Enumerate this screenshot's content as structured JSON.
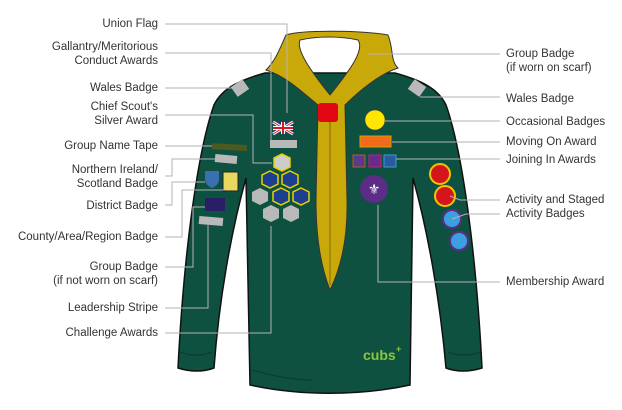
{
  "left_labels": [
    {
      "id": "union-flag",
      "text": "Union Flag"
    },
    {
      "id": "gallantry",
      "text": "Gallantry/Meritorious\nConduct Awards"
    },
    {
      "id": "wales-left",
      "text": "Wales Badge"
    },
    {
      "id": "chief-scout",
      "text": "Chief Scout's\nSilver Award"
    },
    {
      "id": "group-name-tape",
      "text": "Group Name Tape"
    },
    {
      "id": "ni-scotland",
      "text": "Northern Ireland/\nScotland Badge"
    },
    {
      "id": "district",
      "text": "District Badge"
    },
    {
      "id": "county",
      "text": "County/Area/Region Badge"
    },
    {
      "id": "group-badge-left",
      "text": "Group Badge\n(if not worn on scarf)"
    },
    {
      "id": "leadership",
      "text": "Leadership Stripe"
    },
    {
      "id": "challenge",
      "text": "Challenge Awards"
    }
  ],
  "right_labels": [
    {
      "id": "group-badge-right",
      "text": "Group Badge\n(if worn on scarf)"
    },
    {
      "id": "wales-right",
      "text": "Wales Badge"
    },
    {
      "id": "occasional",
      "text": "Occasional Badges"
    },
    {
      "id": "moving-on",
      "text": "Moving On Award"
    },
    {
      "id": "joining-in",
      "text": "Joining In Awards"
    },
    {
      "id": "activity",
      "text": "Activity and Staged\nActivity Badges"
    },
    {
      "id": "membership",
      "text": "Membership Award"
    }
  ],
  "logo_text": "cubs",
  "colors": {
    "shirt": "#0f5140",
    "scarf": "#c9a80a",
    "woggle": "#e30613",
    "line": "#b3b3b3",
    "logo": "#8dc63f",
    "membership": "#5b2d86",
    "placeholder": "#b9b9b9"
  }
}
